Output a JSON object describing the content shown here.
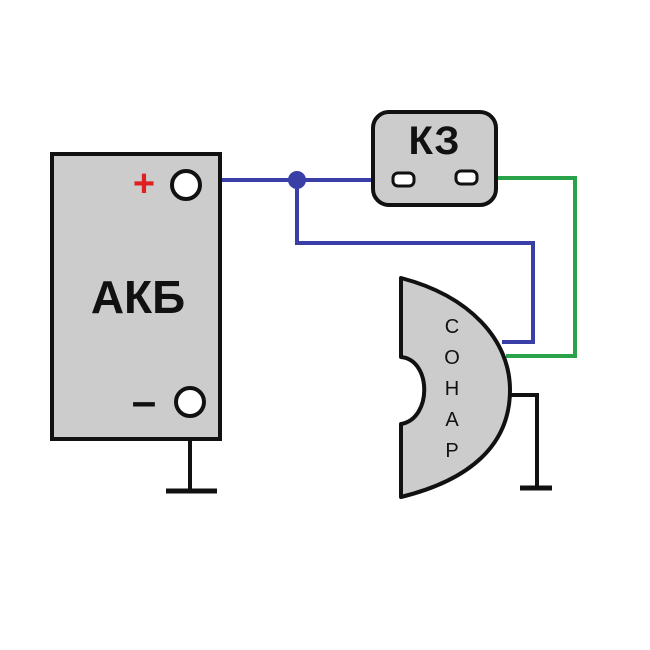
{
  "colors": {
    "background": "#ffffff",
    "component_fill": "#cccccc",
    "outline": "#111111",
    "wire_blue": "#3a3fa8",
    "wire_green": "#2aa24a",
    "plus_red": "#e02020",
    "junction": "#3a3fa8"
  },
  "battery": {
    "label": "АКБ",
    "plus_symbol": "+",
    "minus_symbol": "–"
  },
  "kz": {
    "label": "КЗ"
  },
  "sonar": {
    "letters": [
      "С",
      "О",
      "Н",
      "А",
      "Р"
    ]
  }
}
